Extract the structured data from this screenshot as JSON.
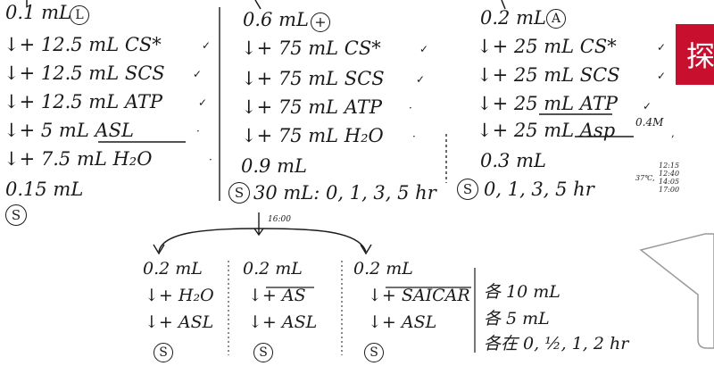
{
  "col1": {
    "header": "0.1 mL",
    "header_symbol": "L",
    "lines": [
      "↓+ 12.5 mL CS*",
      "↓+ 12.5 mL SCS",
      "↓+ 12.5 mL ATP",
      "↓+ 5  mL ASL",
      "↓+ 7.5 mL H₂O"
    ],
    "checks": [
      "✓",
      "✓",
      "✓",
      "·",
      "·"
    ],
    "total": "0.15 mL",
    "footer_symbol": "S"
  },
  "col2": {
    "header": "0.6 mL",
    "header_symbol": "+",
    "lines": [
      "↓+ 75 mL CS*",
      "↓+ 75 mL SCS",
      "↓+ 75 mL ATP",
      "↓+ 75 mL H₂O"
    ],
    "checks": [
      "✓",
      "✓",
      "·",
      "·"
    ],
    "total": "0.9 mL",
    "footer_symbol": "S",
    "footer_text": "30 mL: 0, 1, 3, 5 hr"
  },
  "col3": {
    "header": "0.2 mL",
    "header_symbol": "A",
    "lines": [
      "↓+ 25 mL CS*",
      "↓+ 25 mL SCS",
      "↓+ 25 mL ATP",
      "↓+ 25 mL Asp"
    ],
    "checks": [
      "✓",
      "✓",
      "✓",
      ","
    ],
    "asp_sup": "0.4M",
    "total": "0.3 mL",
    "footer_symbol": "S",
    "footer_text": "0, 1, 3, 5 hr",
    "time_note_temp": "37℃,",
    "time_note_lines": [
      "12:15",
      "12:40",
      "14:05",
      "17:00"
    ]
  },
  "branch": {
    "time": "16:00",
    "sub1": {
      "header": "0.2 mL",
      "lines": [
        "↓+ H₂O",
        "↓+ ASL"
      ],
      "footer_symbol": "S"
    },
    "sub2": {
      "header": "0.2 mL",
      "lines": [
        "↓+ AS",
        "↓+ ASL"
      ],
      "footer_symbol": "S"
    },
    "sub3": {
      "header": "0.2 mL",
      "lines": [
        "↓+ SAICAR",
        "↓+ ASL"
      ],
      "footer_symbol": "S"
    },
    "notes": [
      "各 10 mL",
      "各 5 mL",
      "各在 0, ½, 1, 2 hr"
    ]
  },
  "banner": {
    "text": "探"
  },
  "colors": {
    "ink": "#1a1a1a",
    "banner": "#c8102e",
    "bubble_border": "#9a9a9a"
  }
}
